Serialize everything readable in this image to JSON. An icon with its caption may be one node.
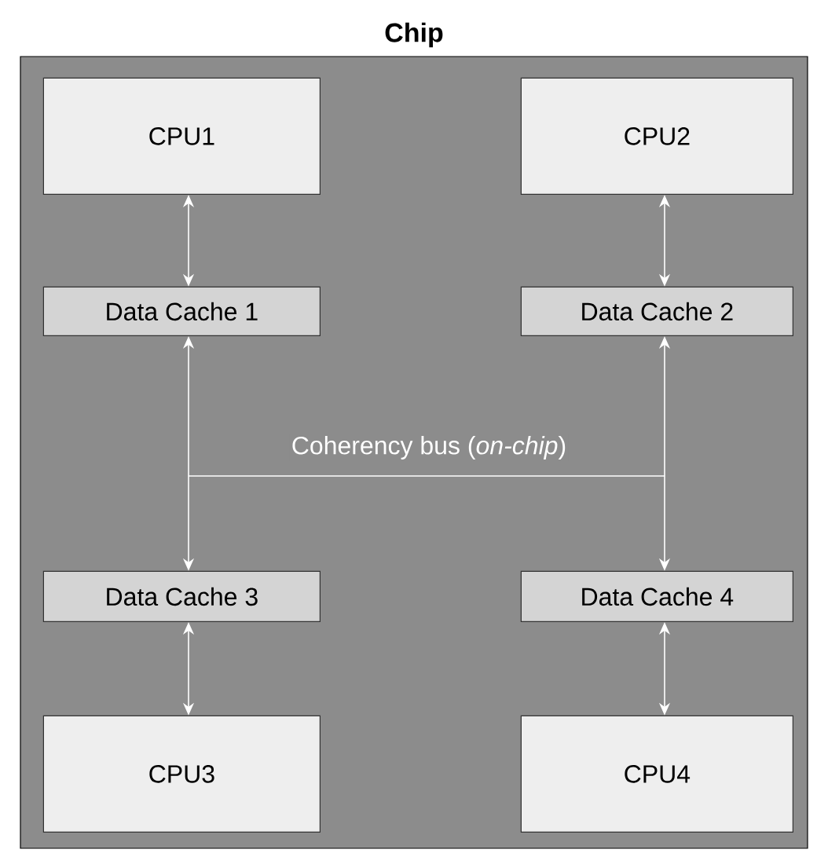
{
  "diagram": {
    "nodes": [
      {
        "text": [
          "Chip"
        ]
      },
      {
        "text": [
          "CPU1"
        ],
        "in": 0
      },
      {
        "text": [
          "CPU2"
        ],
        "in": 0
      },
      {
        "text": [
          "Data Cache 1"
        ],
        "in": 0
      },
      {
        "text": [
          "Data Cache 2"
        ],
        "in": 0
      },
      {
        "text": [
          "Data Cache 3"
        ],
        "in": 0
      },
      {
        "text": [
          "Data Cache 4"
        ],
        "in": 0
      },
      {
        "text": [
          "CPU3"
        ],
        "in": 0
      },
      {
        "text": [
          "CPU4"
        ],
        "in": 0
      }
    ],
    "edges": [
      {
        "from": 1,
        "to": 3,
        "arrow": "both"
      },
      {
        "from": 2,
        "to": 4,
        "arrow": "both"
      },
      {
        "from": 3,
        "to": 5,
        "arrow": "both"
      },
      {
        "from": 4,
        "to": 6,
        "arrow": "both"
      },
      {
        "from": 3,
        "to": 6,
        "arrow": "both",
        "label": "Coherency bus (*on-chip*)"
      },
      {
        "from": 4,
        "to": 5,
        "arrow": "both"
      },
      {
        "from": 5,
        "to": 7,
        "arrow": "both"
      },
      {
        "from": 6,
        "to": 8,
        "arrow": "both"
      }
    ]
  }
}
